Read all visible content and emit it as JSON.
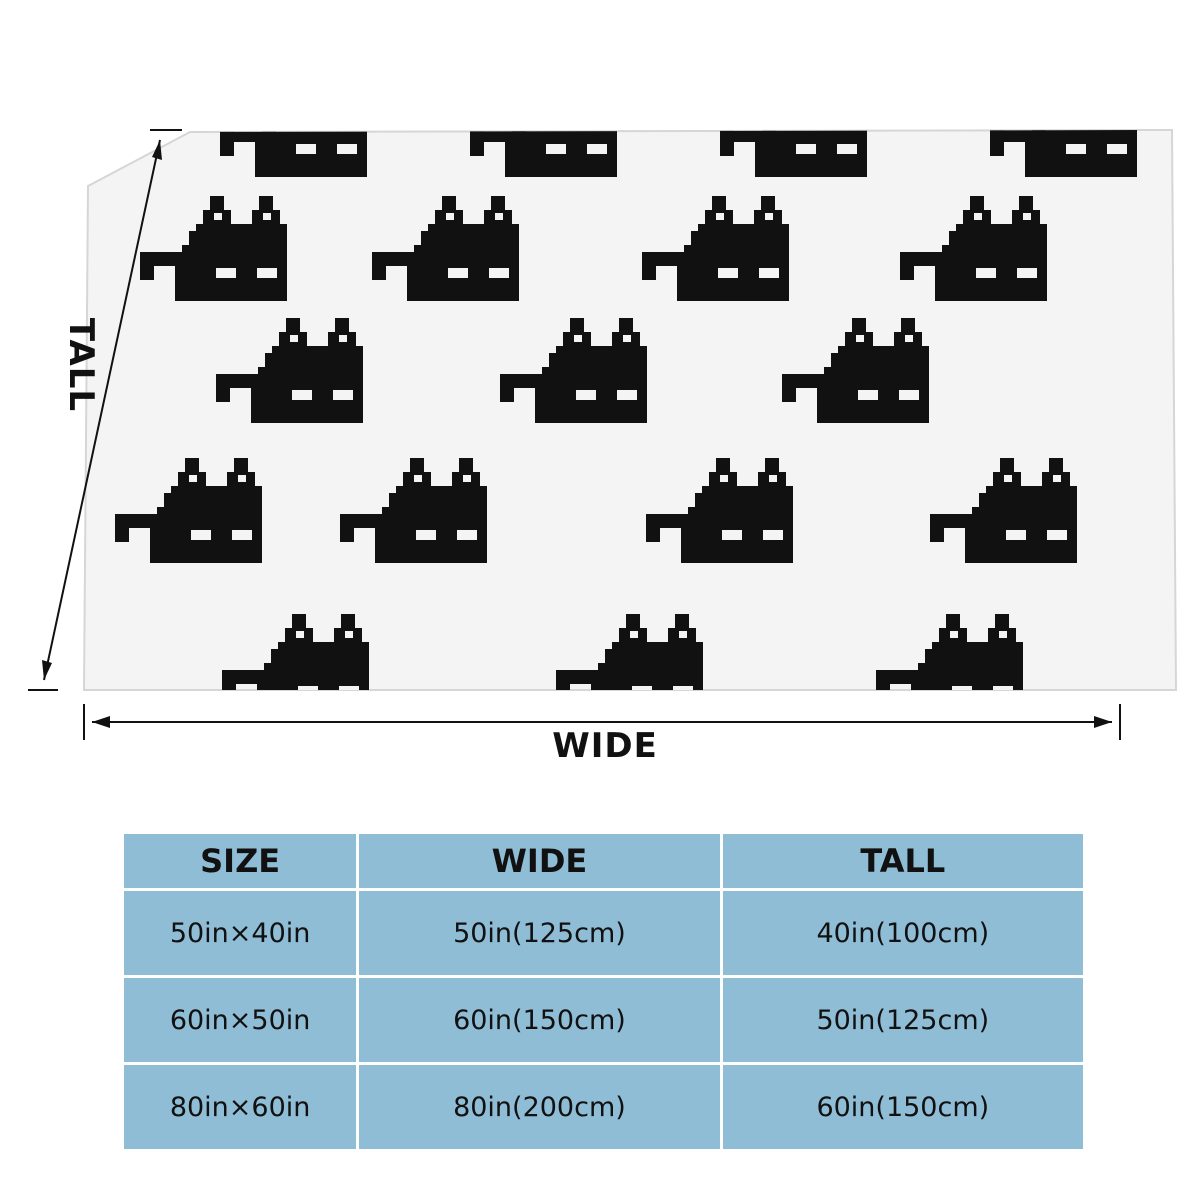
{
  "dimensions": {
    "wide_label": "WIDE",
    "tall_label": "TALL"
  },
  "blanket": {
    "pattern": "black pixel-art cat",
    "background_color": "#f4f4f4",
    "pattern_color": "#111111"
  },
  "size_table": {
    "header_color": "#8fbdd6",
    "headers": [
      "SIZE",
      "WIDE",
      "TALL"
    ],
    "rows": [
      [
        "50in×40in",
        "50in(125cm)",
        "40in(100cm)"
      ],
      [
        "60in×50in",
        "60in(150cm)",
        "50in(125cm)"
      ],
      [
        "80in×60in",
        "80in(200cm)",
        "60in(150cm)"
      ]
    ]
  }
}
